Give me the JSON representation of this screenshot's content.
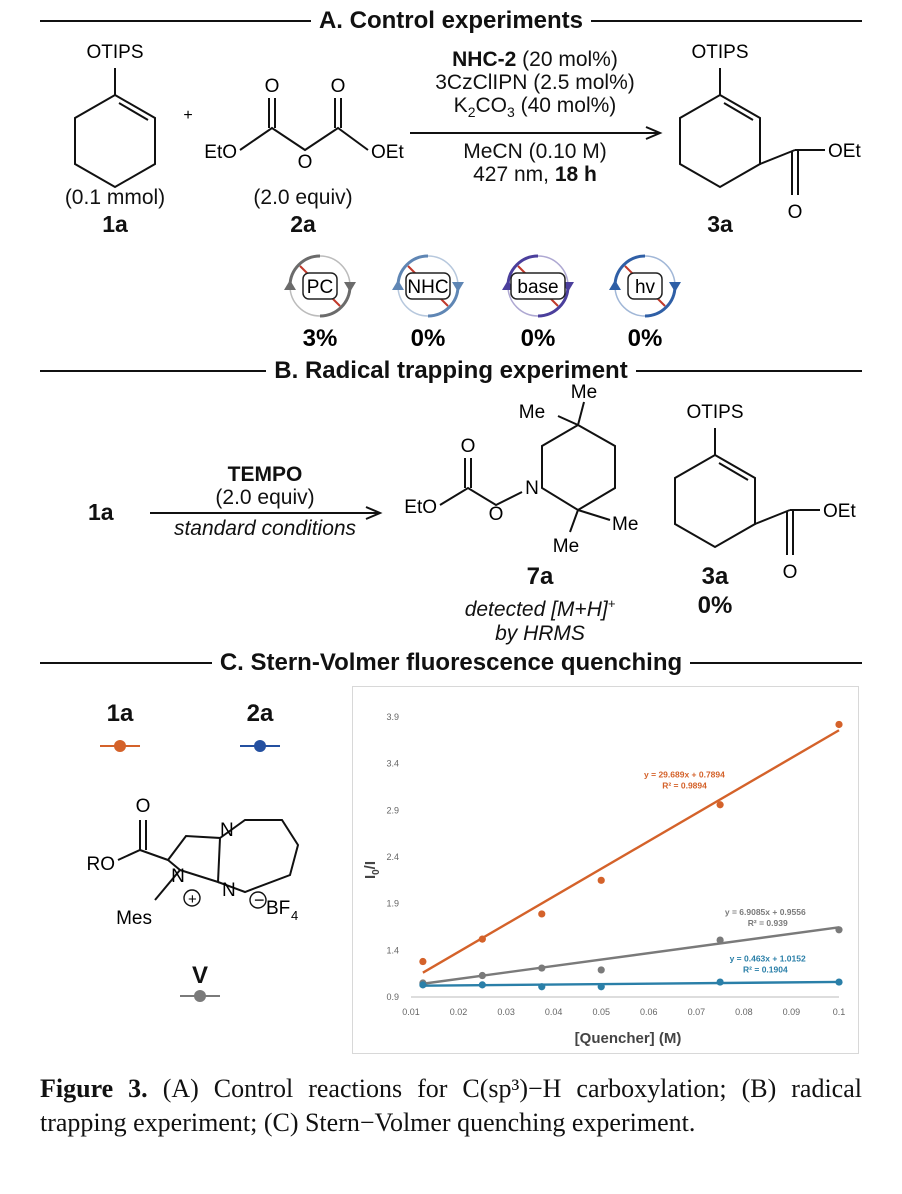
{
  "sections": {
    "a_title": "A. Control experiments",
    "b_title": "B. Radical trapping experiment",
    "c_title": "C. Stern-Volmer fluorescence quenching"
  },
  "section_a": {
    "otips_1a": "OTIPS",
    "plus": "+",
    "o_top_left": "O",
    "o_top_right": "O",
    "eto": "EtO",
    "o_bridge": "O",
    "oet": "OEt",
    "amount_1a": "(0.1 mmol)",
    "label_1a": "1a",
    "amount_2a": "(2.0 equiv)",
    "label_2a": "2a",
    "conditions": {
      "nhc2_name": "NHC-2",
      "nhc2_amt": " (20 mol%)",
      "pc": "3CzClIPN (2.5 mol%)",
      "base_k": "K",
      "base_sub2": "2",
      "base_co": "CO",
      "base_sub3": "3",
      "base_amt": " (40 mol%)",
      "solvent_a": "MeCN ",
      "solvent_b": "(0.10 M)",
      "light": "427 nm, ",
      "time": "18 h"
    },
    "otips_3a": "OTIPS",
    "oet_3a": "OEt",
    "o_3a": "O",
    "label_3a": "3a",
    "omissions": [
      {
        "label": "PC",
        "result": "3%",
        "color": "#6b6b6b"
      },
      {
        "label": "NHC",
        "result": "0%",
        "color": "#5f86b4"
      },
      {
        "label": "base",
        "result": "0%",
        "color": "#4b3f9c"
      },
      {
        "label": "hv",
        "result": "0%",
        "color": "#2f5fa6"
      }
    ]
  },
  "section_b": {
    "label_1a": "1a",
    "reagent": "TEMPO",
    "equiv": "(2.0 equiv)",
    "conditions": "standard conditions",
    "me1": "Me",
    "me2": "Me",
    "me3": "Me",
    "me4": "Me",
    "o_carbonyl": "O",
    "eto": "EtO",
    "o_link": "O",
    "n": "N",
    "label_7a": "7a",
    "detected_a": "detected [M+H]",
    "detected_sup": "+",
    "detected_b": "by HRMS",
    "otips": "OTIPS",
    "oet": "OEt",
    "o": "O",
    "label_3a": "3a",
    "yield_3a": "0%"
  },
  "section_c": {
    "legend_1a": "1a",
    "legend_2a": "2a",
    "legend_v": "V",
    "color_1a": "#d4622a",
    "color_2a": "#2450a0",
    "color_v": "#7a7a7a",
    "structure": {
      "o": "O",
      "ro": "RO",
      "n_top": "N",
      "n_left": "N",
      "n_right": "N",
      "plus": "+",
      "mes": "Mes",
      "minus": "−",
      "bf": "BF",
      "sub4": "4"
    }
  },
  "chart_data": {
    "type": "scatter",
    "xlabel": "[Quencher] (M)",
    "ylabel": "I0/I",
    "ylabel_main": "I",
    "ylabel_sub": "0",
    "ylabel_tail": "/I",
    "xlim": [
      0.01,
      0.1
    ],
    "ylim": [
      0.9,
      3.9
    ],
    "xticks": [
      "0.01",
      "0.02",
      "0.03",
      "0.04",
      "0.05",
      "0.06",
      "0.07",
      "0.08",
      "0.09",
      "0.1"
    ],
    "yticks": [
      "0.9",
      "1.4",
      "1.9",
      "2.4",
      "2.9",
      "3.4",
      "3.9"
    ],
    "grid": false,
    "series": [
      {
        "key": "1a",
        "color": "#d4622a",
        "x": [
          0.0125,
          0.025,
          0.0375,
          0.05,
          0.075,
          0.1
        ],
        "y": [
          1.28,
          1.52,
          1.79,
          2.15,
          2.96,
          3.82
        ],
        "fit": {
          "slope": 29.689,
          "intercept": 0.7894
        },
        "eq": "y = 29.689x + 0.7894",
        "r2": "R² = 0.9894"
      },
      {
        "key": "V",
        "color": "#7a7a7a",
        "x": [
          0.0125,
          0.025,
          0.0375,
          0.05,
          0.075,
          0.1
        ],
        "y": [
          1.05,
          1.13,
          1.21,
          1.19,
          1.51,
          1.62
        ],
        "fit": {
          "slope": 6.9085,
          "intercept": 0.9556
        },
        "eq": "y = 6.9085x + 0.9556",
        "r2": "R² = 0.939"
      },
      {
        "key": "2a",
        "color": "#2a7fa8",
        "x": [
          0.0125,
          0.025,
          0.0375,
          0.05,
          0.075,
          0.1
        ],
        "y": [
          1.03,
          1.03,
          1.01,
          1.01,
          1.06,
          1.06
        ],
        "fit": {
          "slope": 0.463,
          "intercept": 1.0152
        },
        "eq": "y = 0.463x + 1.0152",
        "r2": "R² = 0.1904"
      }
    ]
  },
  "caption": {
    "fig": "Figure 3.",
    "text": " (A) Control reactions for C(sp³)−H carboxylation; (B) radical trapping experiment; (C) Stern−Volmer quenching experiment."
  }
}
